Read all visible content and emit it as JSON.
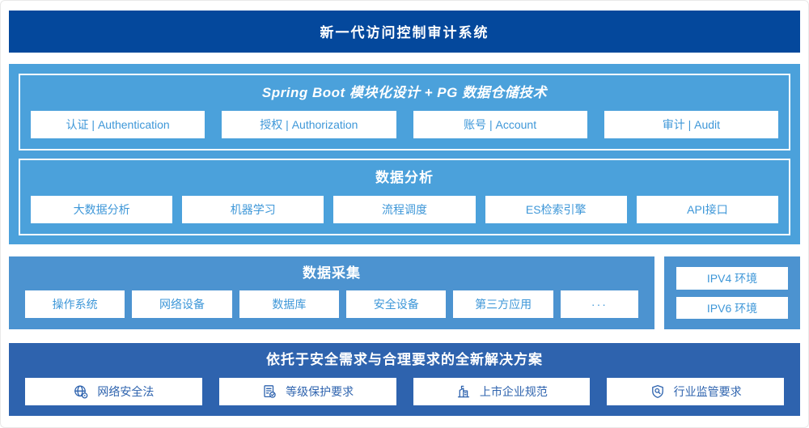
{
  "colors": {
    "banner_blue": "#04489C",
    "platform_blue": "#4BA1DB",
    "collection_blue": "#4C93D0",
    "solution_blue": "#2E63AE",
    "box_text_blue": "#3E97D8",
    "box_bg": "#FFFFFF"
  },
  "banner": {
    "title": "新一代访问控制审计系统"
  },
  "platform": {
    "modules_title": "Spring Boot 模块化设计 + PG 数据仓储技术",
    "modules": [
      "认证 | Authentication",
      "授权 | Authorization",
      "账号 | Account",
      "审计 | Audit"
    ],
    "analysis_title": "数据分析",
    "analysis_items": [
      "大数据分析",
      "机器学习",
      "流程调度",
      "ES检索引擎",
      "API接口"
    ]
  },
  "collection": {
    "title": "数据采集",
    "items": [
      "操作系统",
      "网络设备",
      "数据库",
      "安全设备",
      "第三方应用",
      "···"
    ]
  },
  "environments": {
    "items": [
      "IPV4 环境",
      "IPV6 环境"
    ]
  },
  "solution": {
    "title": "依托于安全需求与合理要求的全新解决方案",
    "items": [
      {
        "icon": "globe-location-icon",
        "label": "网络安全法"
      },
      {
        "icon": "document-check-icon",
        "label": "等级保护要求"
      },
      {
        "icon": "building-icon",
        "label": "上市企业规范"
      },
      {
        "icon": "shield-search-icon",
        "label": "行业监管要求"
      }
    ]
  }
}
